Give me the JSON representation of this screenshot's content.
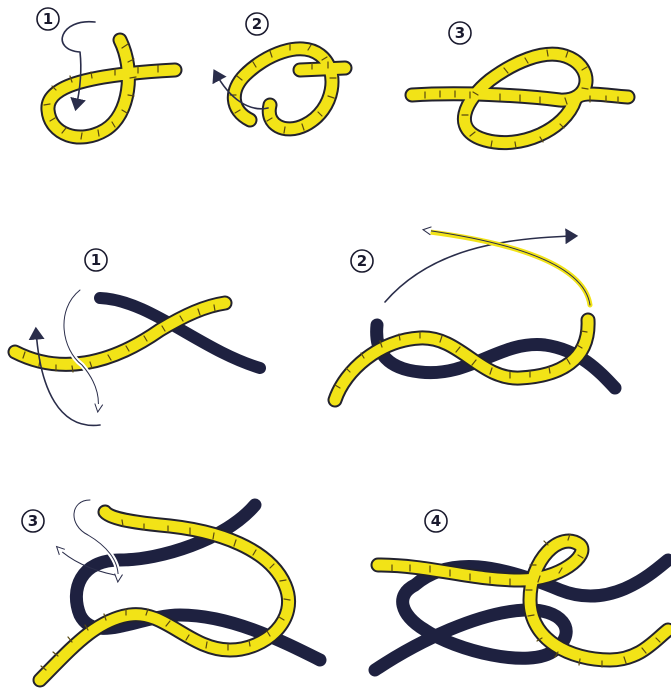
{
  "colors": {
    "yellow_rope": "#f2e317",
    "dark_rope": "#1e2140",
    "outline": "#22222e",
    "arrow_dark": "#2a2d4a",
    "arrow_light": "#ffffff"
  },
  "top_row": {
    "steps": [
      {
        "number": "1"
      },
      {
        "number": "2"
      },
      {
        "number": "3"
      }
    ]
  },
  "middle_row": {
    "steps": [
      {
        "number": "1"
      },
      {
        "number": "2"
      }
    ]
  },
  "bottom_row": {
    "steps": [
      {
        "number": "3"
      },
      {
        "number": "4"
      }
    ]
  }
}
